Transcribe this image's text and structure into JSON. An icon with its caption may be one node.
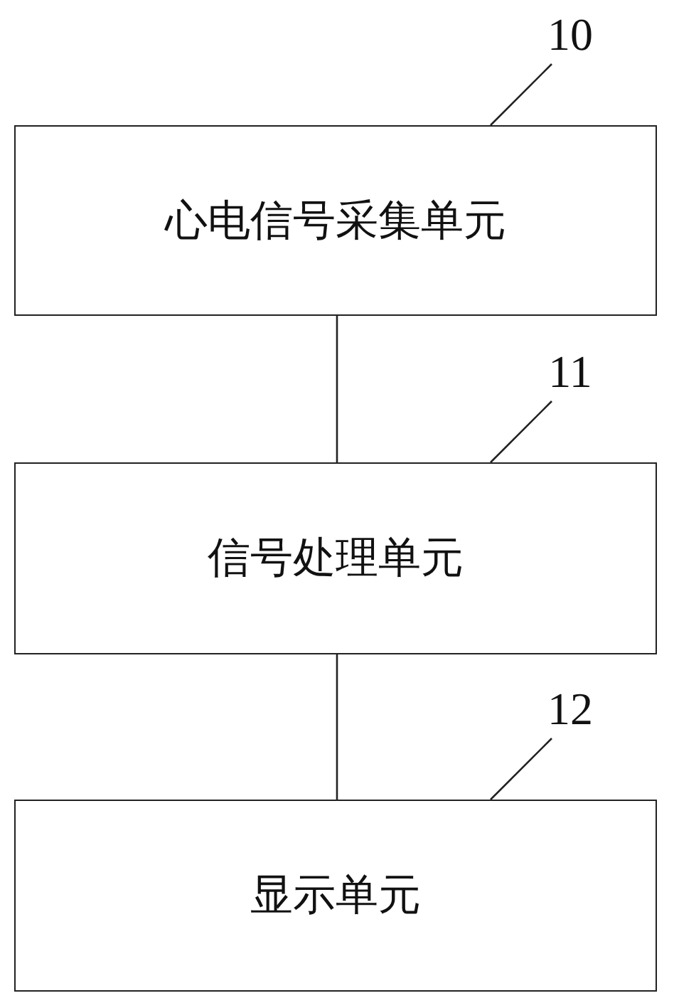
{
  "diagram": {
    "nodes": [
      {
        "text": [
          "10"
        ]
      },
      {
        "text": [
          "心电信号采集单元"
        ]
      },
      {
        "text": [
          "11"
        ]
      },
      {
        "text": [
          "信号处理单元"
        ]
      },
      {
        "text": [
          "12"
        ]
      },
      {
        "text": [
          "显示单元"
        ]
      }
    ],
    "edges": [
      {
        "from": 1,
        "to": 3,
        "arrow": "none"
      },
      {
        "from": 3,
        "to": 5,
        "arrow": "none"
      },
      {
        "from": 0,
        "to": 1,
        "arrow": "none"
      },
      {
        "from": 2,
        "to": 3,
        "arrow": "none"
      },
      {
        "from": 4,
        "to": 5,
        "arrow": "none"
      }
    ]
  }
}
